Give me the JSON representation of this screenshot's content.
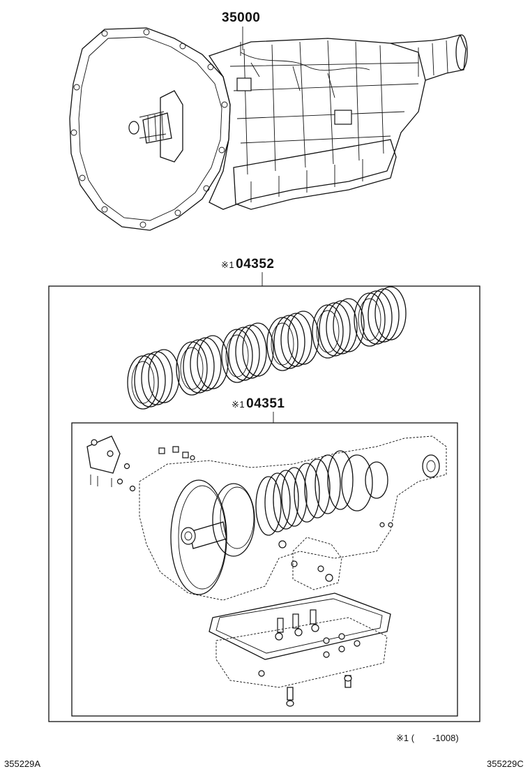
{
  "labels": {
    "assembly_part": "35000",
    "overhaul_kit_mark": "※1",
    "overhaul_kit_part": "04352",
    "gasket_kit_mark": "※1",
    "gasket_kit_part": "04351"
  },
  "footnote": {
    "mark": "※1",
    "open_paren": "(",
    "range": "-1008)"
  },
  "codes": {
    "left": "355229A",
    "right": "355229C"
  }
}
